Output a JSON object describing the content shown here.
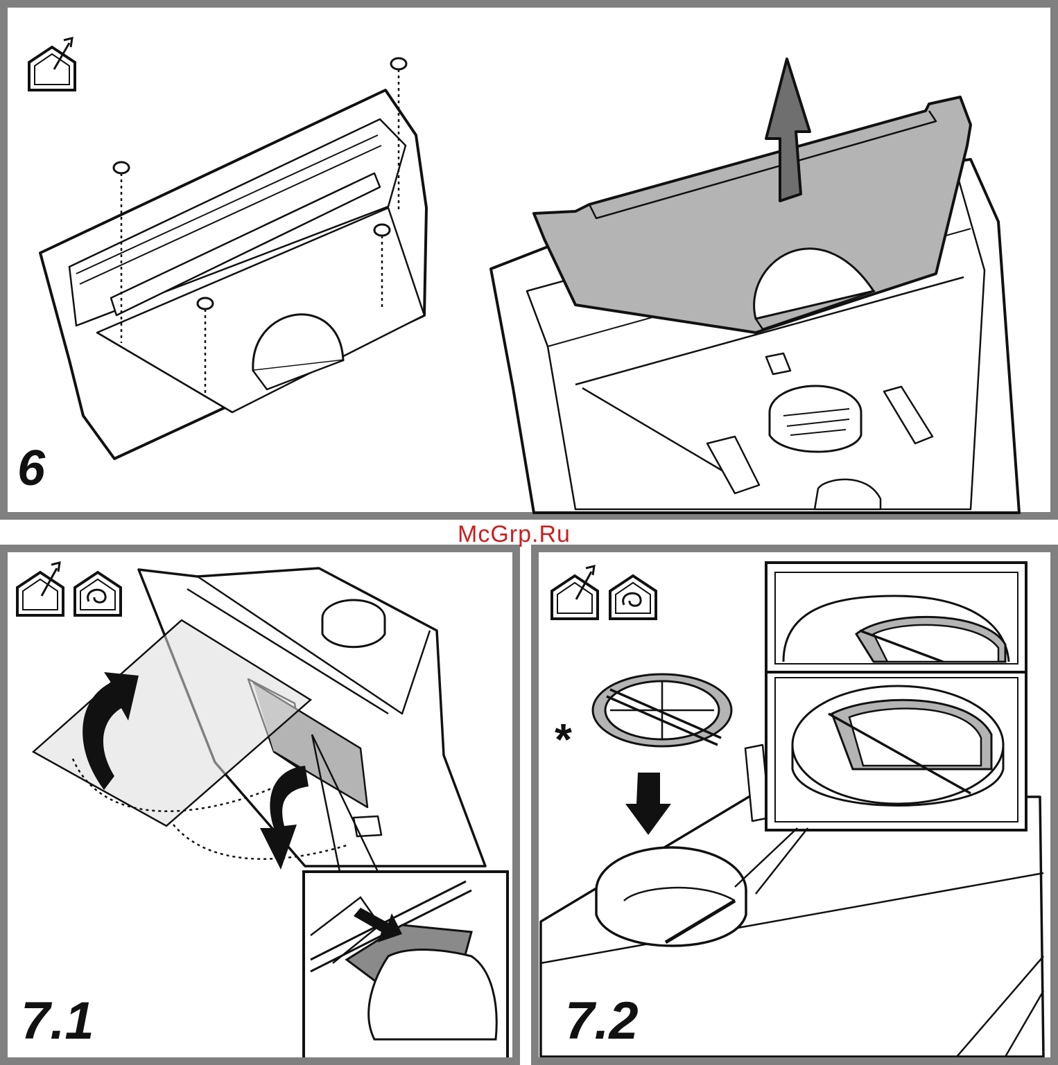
{
  "watermark": "McGrp.Ru",
  "panels": [
    {
      "step_label": "6",
      "icons": [
        "ducted-extraction-icon"
      ]
    },
    {
      "step_label": "7.1",
      "icons": [
        "ducted-extraction-icon",
        "recirculation-icon"
      ]
    },
    {
      "step_label": "7.2",
      "icons": [
        "ducted-extraction-icon",
        "recirculation-icon"
      ]
    }
  ],
  "optional_part_marker": "*",
  "colors": {
    "frame": "#808080",
    "fill_gray": "#b4b4b4",
    "arrow_gray": "#6f6f6f",
    "watermark": "#cc1f1f"
  }
}
